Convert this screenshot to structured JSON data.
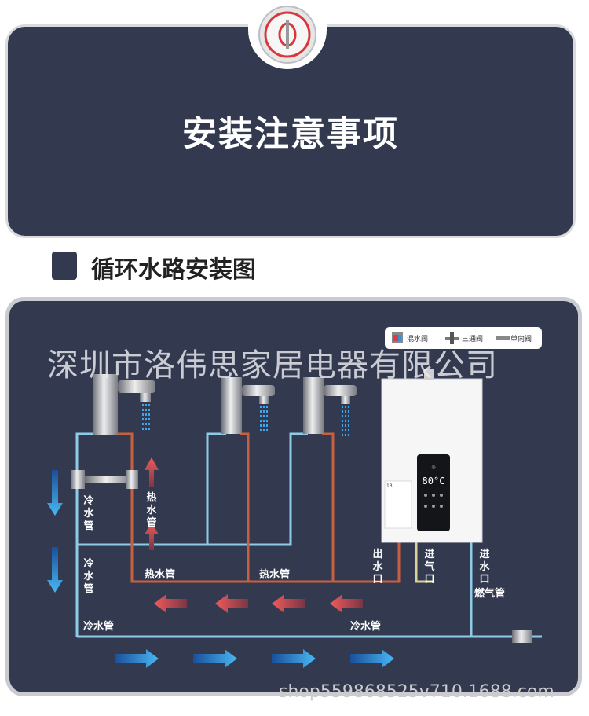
{
  "header": {
    "title": "安装注意事项"
  },
  "section": {
    "title": "循环水路安装图"
  },
  "watermark": "深圳市洛伟思家居电器有限公司",
  "footer_watermark": "shop559868525v710.1688.com",
  "legend": {
    "mix_valve": "混水阀",
    "three_way_valve": "三通阀",
    "check_valve": "单向阀"
  },
  "labels": {
    "cold_pipe": "冷水管",
    "hot_pipe": "热水管",
    "water_outlet": "出水口",
    "gas_inlet": "进气口",
    "water_inlet": "进水口",
    "gas_pipe": "燃气管"
  },
  "heater": {
    "display": "80°C",
    "model_tag": "13L"
  },
  "colors": {
    "panel": "#333a50",
    "cold": "#8ecbe6",
    "hot": "#c8603f",
    "gas": "#d8d39a",
    "arrow_blue": "#2f8fe0",
    "arrow_red": "#e0504f"
  }
}
